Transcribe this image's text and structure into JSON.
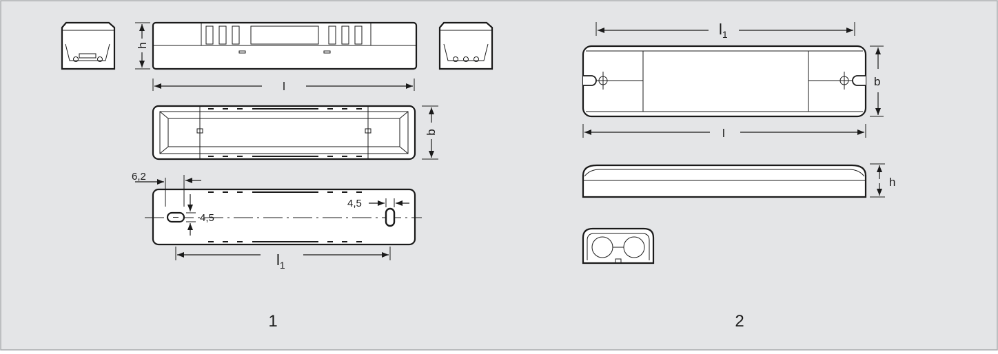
{
  "labels": {
    "h": "h",
    "l": "l",
    "b": "b",
    "l1": "l",
    "l1_sub": "1",
    "d62": "6,2",
    "d45a": "4,5",
    "d45b": "4,5",
    "fig1": "1",
    "fig2": "2",
    "r_l1": "l",
    "r_l1_sub": "1",
    "r_b": "b",
    "r_l": "l",
    "r_h": "h"
  },
  "colors": {
    "background": "#e4e5e7",
    "line": "#1a1a1a",
    "part": "#ffffff"
  }
}
